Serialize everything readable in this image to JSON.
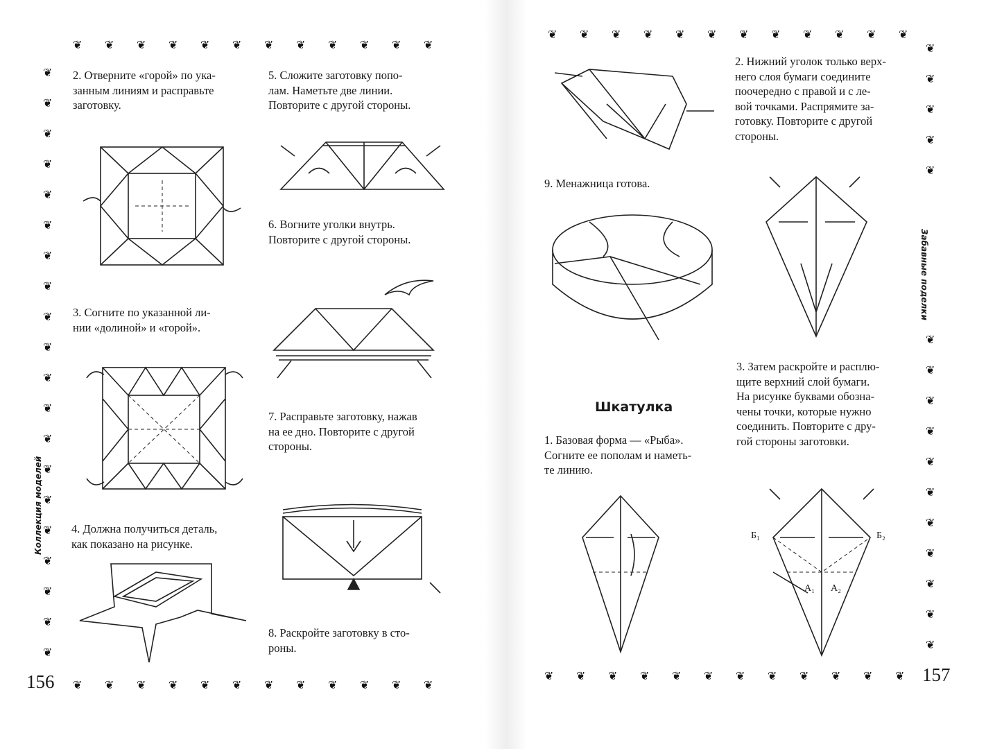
{
  "left_page": {
    "page_number": "156",
    "running_head": "Коллекция моделей",
    "steps": [
      {
        "text": "2. Отверните «горой» по ука-\nзанным линиям и расправьте\nзаготовку."
      },
      {
        "text": "3. Согните по указанной ли-\nнии «долиной» и «горой»."
      },
      {
        "text": "4. Должна получиться деталь,\nкак показано на рисунке."
      },
      {
        "text": "5. Сложите заготовку попо-\nлам. Наметьте две линии.\nПовторите с другой стороны."
      },
      {
        "text": "6. Вогните уголки внутрь.\nПовторите с другой стороны."
      },
      {
        "text": "7. Расправьте заготовку, нажав\nна ее дно. Повторите с другой\nстороны."
      },
      {
        "text": "8. Раскройте заготовку в сто-\nроны."
      }
    ]
  },
  "right_page": {
    "page_number": "157",
    "running_head": "Забавные поделки",
    "section_title": "Шкатулка",
    "steps": [
      {
        "text": "9. Менажница готова."
      },
      {
        "text": "1. Базовая форма — «Рыба».\nСогните ее пополам и наметь-\nте линию."
      },
      {
        "text": "2. Нижний уголок только верх-\nнего слоя бумаги соедините\nпоочередно с правой и с ле-\nвой точками. Распрямите за-\nготовку. Повторите с другой\nстороны."
      },
      {
        "text": "3. Затем раскройте и расплю-\nщите верхний слой бумаги.\nНа  рисунке буквами обозна-\nчены точки, которые нужно\nсоединить. Повторите с дру-\nгой стороны заготовки."
      }
    ],
    "diagram_labels": {
      "b1": "Б₁",
      "b2": "Б₂",
      "a1": "А₁",
      "a2": "А₂"
    }
  },
  "ornament_icon": "leaf-ornament"
}
